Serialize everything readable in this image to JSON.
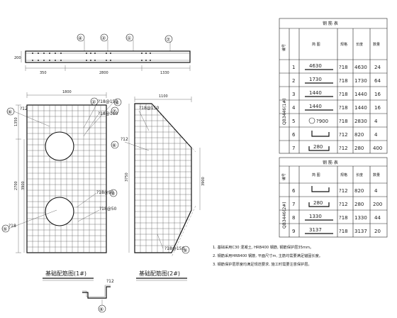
{
  "top_section": {
    "callouts": [
      "④",
      "②",
      "①",
      "⑦"
    ],
    "dims_bottom": [
      "350",
      "2800",
      "1330"
    ],
    "dim_side": "200"
  },
  "plan1": {
    "title": "基础配筋图(1#)",
    "dim_top": "1800",
    "dims_left": [
      "1350",
      "2700",
      "3900"
    ],
    "labels": [
      "?12",
      "?18@150",
      "?18@150",
      "?18@50",
      "?18@50",
      "?18"
    ],
    "callouts": [
      "⑥",
      "②",
      "④",
      "⑦",
      "③",
      "⑤"
    ]
  },
  "plan2": {
    "title": "基础配筋图(2#)",
    "dim_top": "1100",
    "dims_side": [
      "3750",
      "3900"
    ],
    "labels": [
      "?18@150",
      "?12",
      "?18@150"
    ],
    "callouts": [
      "⑤",
      "⑥",
      "⑨"
    ]
  },
  "detail": {
    "label": "?12",
    "callout": "⑥"
  },
  "table1": {
    "title": "钢 筋 表",
    "headers": [
      "编号",
      "简 图",
      "规格",
      "长度",
      "数量"
    ],
    "group_label": "QB3446(1#)",
    "rows": [
      {
        "no": "1",
        "shape": "4630",
        "spec": "?18",
        "len": "4630",
        "qty": "24"
      },
      {
        "no": "2",
        "shape": "1730",
        "spec": "?18",
        "len": "1730",
        "qty": "64"
      },
      {
        "no": "3",
        "shape": "1440",
        "spec": "?18",
        "len": "1440",
        "qty": "16"
      },
      {
        "no": "4",
        "shape": "1440",
        "spec": "?18",
        "len": "1440",
        "qty": "16"
      },
      {
        "no": "5",
        "shape": "?900",
        "spec": "?18",
        "len": "2830",
        "qty": "4"
      },
      {
        "no": "6",
        "shape": "",
        "spec": "?12",
        "len": "820",
        "qty": "4"
      },
      {
        "no": "7",
        "shape": "280",
        "spec": "?12",
        "len": "280",
        "qty": "400"
      }
    ]
  },
  "table2": {
    "title": "钢 筋 表",
    "headers": [
      "编号",
      "简 图",
      "规格",
      "长度",
      "数量"
    ],
    "group_label": "QB3446(2#)",
    "rows": [
      {
        "no": "6",
        "shape": "",
        "spec": "?12",
        "len": "820",
        "qty": "4"
      },
      {
        "no": "7",
        "shape": "280",
        "spec": "?12",
        "len": "280",
        "qty": "200"
      },
      {
        "no": "8",
        "shape": "1330",
        "spec": "?18",
        "len": "1330",
        "qty": "44"
      },
      {
        "no": "9",
        "shape": "3137",
        "spec": "?18",
        "len": "3137",
        "qty": "20"
      }
    ]
  },
  "notes": [
    "1. 基础采用C30 混凝土, HRB400 钢筋, 钢筋保护层35mm。",
    "2. 钢筋采用HRB400 钢筋, 平面尺寸m, 主筋均需要满足锚固长度。",
    "3. 钢筋保护层厚度均满足规范要求, 施工时需要注意保护层。"
  ]
}
